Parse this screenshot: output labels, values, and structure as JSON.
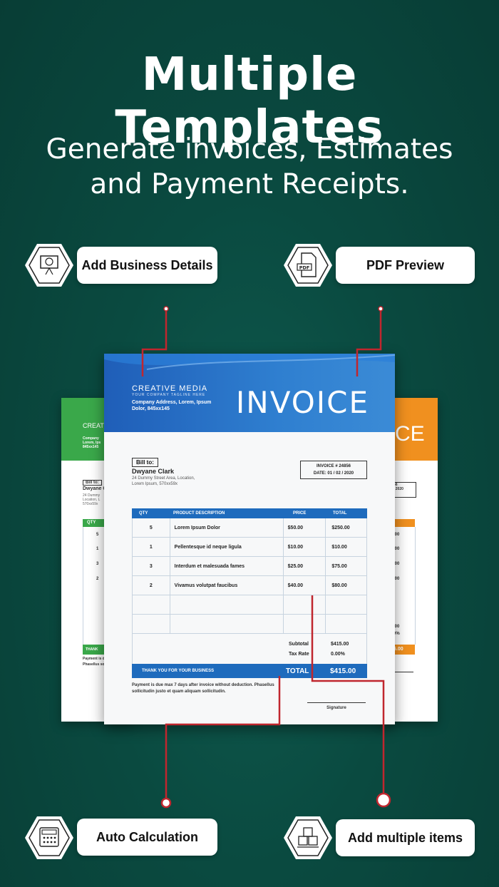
{
  "header": {
    "title": "Multiple Templates",
    "subtitle_line1": "Generate invoices, Estimates",
    "subtitle_line2": "and Payment Receipts."
  },
  "features": {
    "business": "Add Business Details",
    "pdf": "PDF Preview",
    "calc": "Auto Calculation",
    "items": "Add multiple items"
  },
  "invoice": {
    "brand": "CREATIVE MEDIA",
    "tagline": "YOUR COMPANY TAGLINE HERE",
    "company_address": "Company Address, Lorem, Ipsum Dolor, 845xx145",
    "title": "INVOICE",
    "bill_to_label": "Bill to:",
    "bill_to_name": "Dwyane Clark",
    "bill_to_address": "24 Dummy Street Area, Location, Lorem Ipsum, 570xx59x",
    "invoice_number": "INVOICE # 24856",
    "date": "DATE: 01 / 02 / 2020",
    "columns": [
      "QTY",
      "PRODUCT DESCRIPTION",
      "PRICE",
      "TOTAL"
    ],
    "rows": [
      {
        "qty": "5",
        "desc": "Lorem Ipsum Dolor",
        "price": "$50.00",
        "total": "$250.00"
      },
      {
        "qty": "1",
        "desc": "Pellentesque id neque ligula",
        "price": "$10.00",
        "total": "$10.00"
      },
      {
        "qty": "3",
        "desc": "Interdum et malesuada fames",
        "price": "$25.00",
        "total": "$75.00"
      },
      {
        "qty": "2",
        "desc": "Vivamus volutpat faucibus",
        "price": "$40.00",
        "total": "$80.00"
      }
    ],
    "subtotal_label": "Subtotal",
    "subtotal": "$415.00",
    "tax_label": "Tax Rate",
    "tax": "0.00%",
    "thanks": "THANK YOU FOR YOUR BUSINESS",
    "total_label": "TOTAL",
    "total": "$415.00",
    "terms": "Payment is due max 7 days after invoice without deduction. Phasellus sollicitudin justo et quam aliquam sollicitudin.",
    "signature": "Signature"
  },
  "colors": {
    "background": "#0a4a40",
    "main_template": "#1e6bbd",
    "green_template": "#3aa84a",
    "orange_template": "#f0901f",
    "connector": "#c0262e"
  },
  "icons": {
    "business": "presentation-dollar-icon",
    "pdf": "pdf-document-icon",
    "calc": "calculator-icon",
    "items": "boxes-icon"
  }
}
